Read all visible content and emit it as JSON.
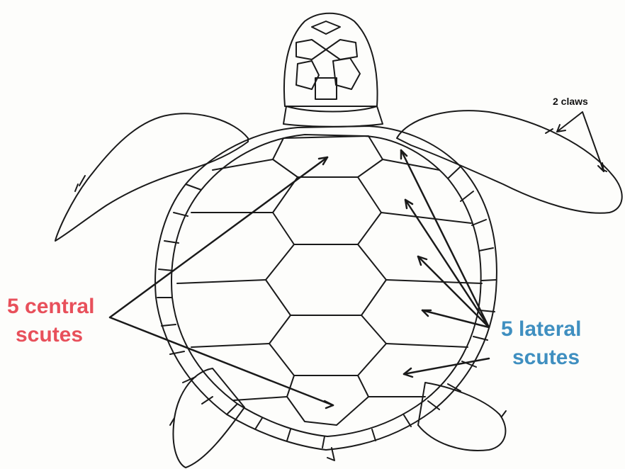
{
  "labels": {
    "claws": "2 claws",
    "central_line1": "5 central",
    "central_line2": "scutes",
    "lateral_line1": "5 lateral",
    "lateral_line2": "scutes"
  },
  "colors": {
    "central": "#e8505b",
    "lateral": "#3f8fc0",
    "ink": "#1a1a1a",
    "background": "#fdfdfb"
  },
  "icons": {
    "figure": "sea-turtle-hatchling-top-view"
  }
}
